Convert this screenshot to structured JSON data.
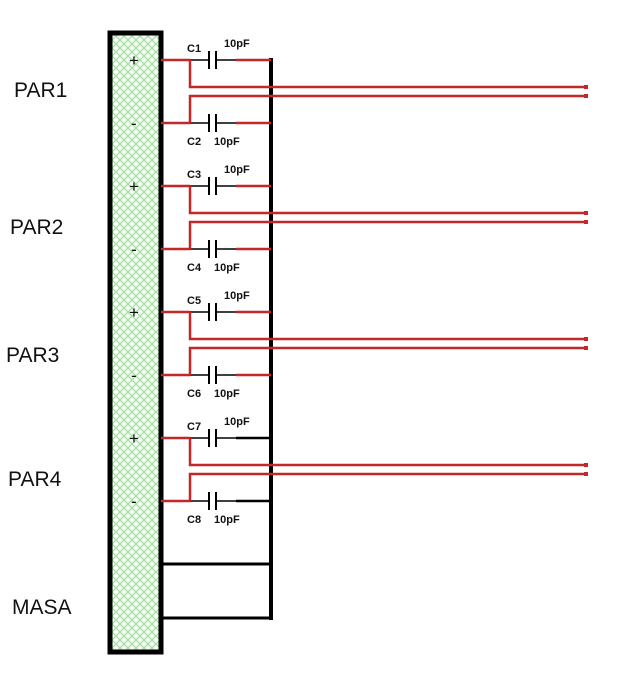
{
  "diagram": {
    "channels": [
      {
        "label": "PAR1",
        "plus": "+",
        "minus": "-",
        "cap_top": "C1",
        "cap_bottom": "C2",
        "value_top": "10pF",
        "value_bottom": "10pF"
      },
      {
        "label": "PAR2",
        "plus": "+",
        "minus": "-",
        "cap_top": "C3",
        "cap_bottom": "C4",
        "value_top": "10pF",
        "value_bottom": "10pF"
      },
      {
        "label": "PAR3",
        "plus": "+",
        "minus": "-",
        "cap_top": "C5",
        "cap_bottom": "C6",
        "value_top": "10pF",
        "value_bottom": "10pF"
      },
      {
        "label": "PAR4",
        "plus": "+",
        "minus": "-",
        "cap_top": "C7",
        "cap_bottom": "C8",
        "value_top": "10pF",
        "value_bottom": "10pF"
      }
    ],
    "ground_label": "MASA",
    "colors": {
      "wire": "#c0282a",
      "frame": "#000000",
      "hatch": "#a8dca8",
      "hatch_bg": "#eefbea"
    }
  }
}
